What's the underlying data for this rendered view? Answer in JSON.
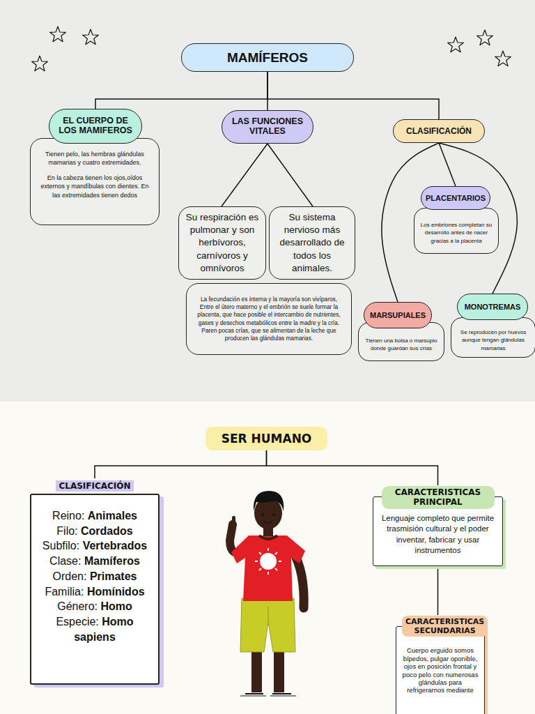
{
  "diagram": {
    "nodes": [
      {
        "text": [
          "MAMÍFEROS"
        ]
      },
      {
        "text": [
          "EL CUERPO DE LOS MAMIFEROS"
        ]
      },
      {
        "text": [
          "Tienen pelo, las hembras glándulas mamarias y cuatro extremidades.",
          "En la cabeza tienen los ojos,oídos externos y mandíbulas con dientes. En las extremidades tienen dedos"
        ]
      },
      {
        "text": [
          "LAS FUNCIONES VITALES"
        ]
      },
      {
        "text": [
          "Su respiración es pulmonar y son herbívoros, carnívoros y omnívoros"
        ]
      },
      {
        "text": [
          "Su sistema nervioso más desarrollado de todos los animales."
        ]
      },
      {
        "text": [
          "La fecundación es interna y la mayoría son vivíparos, Entre el útero materno y el embrión se suele formar la placenta, que hace posible el intercambio de nutrientes, gases y desechos metabólicos entre la madre y la cría. Paren pocas crías, que se alimentan de la leche que producen las glándulas mamarias."
        ]
      },
      {
        "text": [
          "CLASIFICACIÓN"
        ]
      },
      {
        "text": [
          "PLACENTARIOS"
        ]
      },
      {
        "text": [
          "Los embriones completan su desarrollo antes de nacer gracias a la placenta"
        ]
      },
      {
        "text": [
          "MARSUPIALES"
        ]
      },
      {
        "text": [
          "Tienen una bolsa o marsupio donde guardan sus crías"
        ]
      },
      {
        "text": [
          "MONOTREMAS"
        ]
      },
      {
        "text": [
          "Se reproducen por huevos aunque tengan glándulas mamarias"
        ]
      },
      {
        "text": [
          "SER HUMANO"
        ]
      },
      {
        "text": [
          "CLASIFICACIÓN",
          "Reino: Animales",
          "Filo: Cordados",
          "Subfilo: Vertebrados",
          "Clase: Mamíferos",
          "Orden: Primates",
          "Familia: Homínidos",
          "Género: Homo",
          "Especie: Homo sapiens"
        ]
      },
      {
        "text": [
          "CARACTERISTICAS PRINCIPAL",
          "Lenguaje completo que permite trasmisión cultural y el poder inventar, fabricar y usar instrumentos"
        ]
      },
      {
        "text": [
          "CARACTERISTICAS SECUNDARIAS",
          "Cuerpo erguido somos bípedos, pulgar oponible, ojos en posición frontal y poco pelo con numerosas glándulas para refrigerarnos mediante"
        ]
      }
    ],
    "edges": [
      {
        "from": 0,
        "to": 1,
        "arrow": "none"
      },
      {
        "from": 0,
        "to": 3,
        "arrow": "none"
      },
      {
        "from": 0,
        "to": 7,
        "arrow": "none"
      },
      {
        "from": 3,
        "to": 4,
        "arrow": "none"
      },
      {
        "from": 3,
        "to": 5,
        "arrow": "none"
      },
      {
        "from": 7,
        "to": 8,
        "arrow": "none"
      },
      {
        "from": 7,
        "to": 10,
        "arrow": "none"
      },
      {
        "from": 7,
        "to": 12,
        "arrow": "none"
      },
      {
        "from": 14,
        "to": 15,
        "arrow": "none"
      },
      {
        "from": 14,
        "to": 16,
        "arrow": "none"
      },
      {
        "from": 16,
        "to": 17,
        "arrow": "none"
      }
    ]
  }
}
